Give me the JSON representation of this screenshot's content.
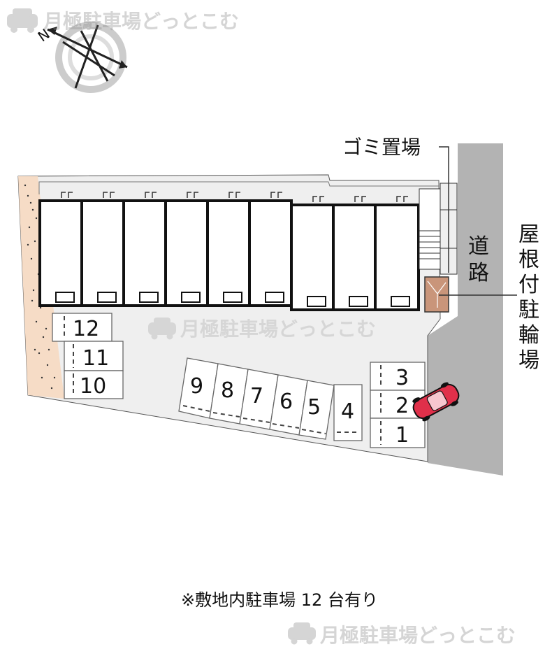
{
  "watermark": {
    "text": "月極駐車場どっとこむ",
    "icon": "car-icon"
  },
  "compass": {
    "north_label": "N",
    "icon": "compass-icon"
  },
  "labels": {
    "garbage": "ゴミ置場",
    "road": "道路",
    "bicycle_parking": "屋根付駐輪場"
  },
  "parking_spaces": [
    "1",
    "2",
    "3",
    "4",
    "5",
    "6",
    "7",
    "8",
    "9",
    "10",
    "11",
    "12"
  ],
  "note": "※敷地内駐車場 12 台有り",
  "colors": {
    "road": "#b3b3b3",
    "lot": "#efefef",
    "building_wall": "#111111",
    "planting": "#f6dcc6",
    "bicycle_parking": "#c9957a",
    "car": "#e0304a"
  }
}
